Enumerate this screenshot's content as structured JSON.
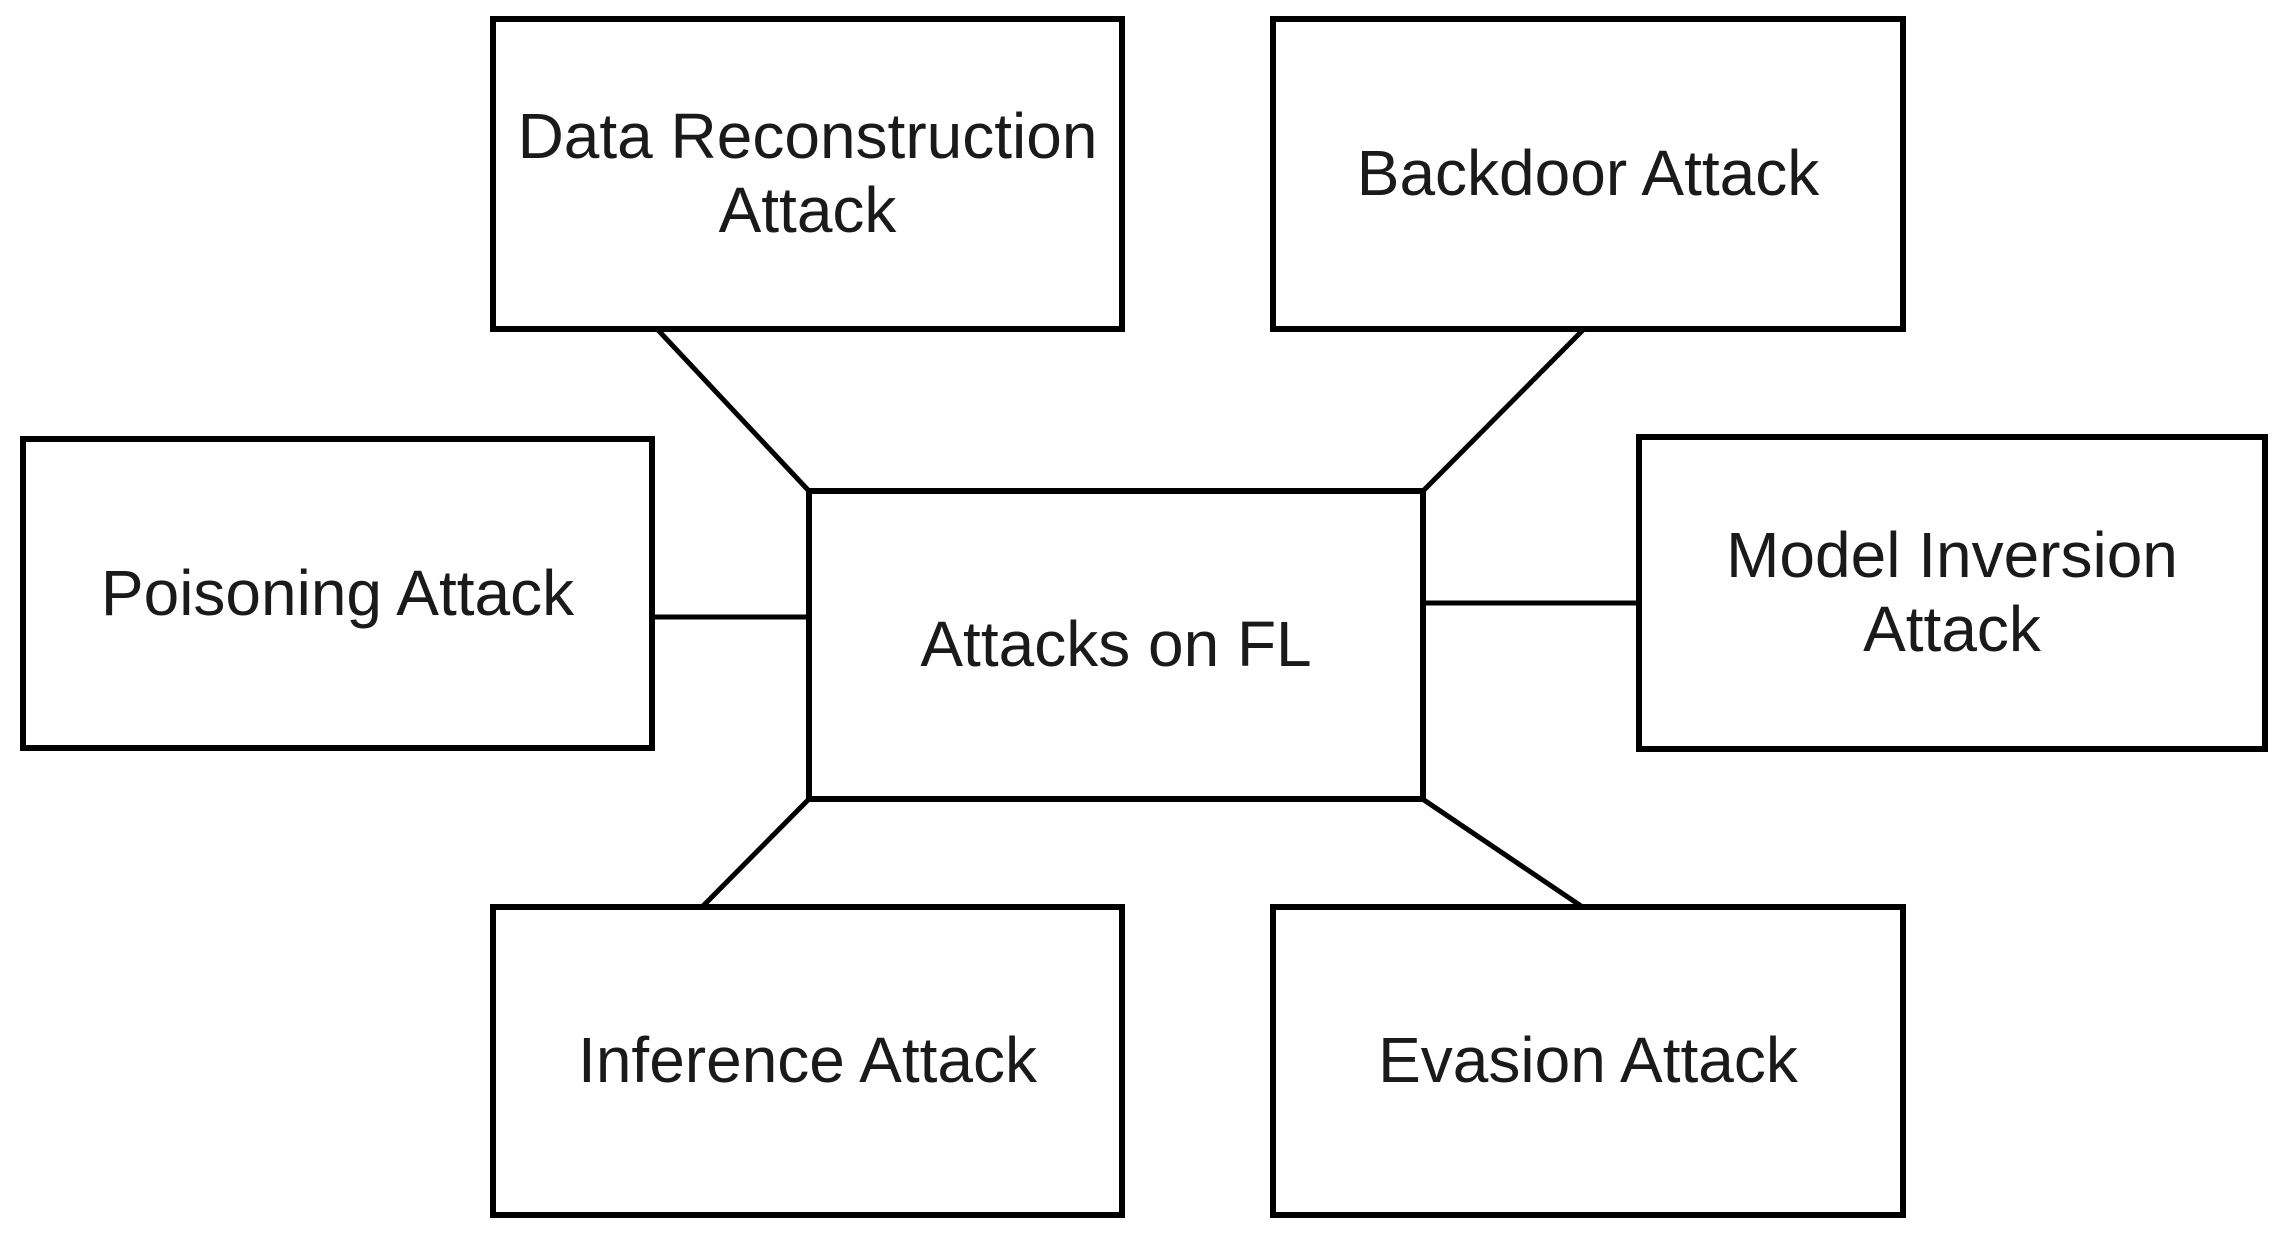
{
  "diagram": {
    "background_color": "#ffffff",
    "line_color": "#000000",
    "text_color": "#1a1a1a",
    "nodes": {
      "center": {
        "label": "Attacks on FL"
      },
      "data_reconstruction": {
        "label": "Data Reconstruction Attack"
      },
      "backdoor": {
        "label": "Backdoor Attack"
      },
      "poisoning": {
        "label": "Poisoning Attack"
      },
      "model_inversion": {
        "label": "Model Inversion Attack"
      },
      "inference": {
        "label": "Inference Attack"
      },
      "evasion": {
        "label": "Evasion Attack"
      }
    },
    "edges": [
      {
        "from": "data_reconstruction",
        "to": "center"
      },
      {
        "from": "backdoor",
        "to": "center"
      },
      {
        "from": "poisoning",
        "to": "center"
      },
      {
        "from": "center",
        "to": "model_inversion"
      },
      {
        "from": "center",
        "to": "inference"
      },
      {
        "from": "center",
        "to": "evasion"
      }
    ]
  }
}
